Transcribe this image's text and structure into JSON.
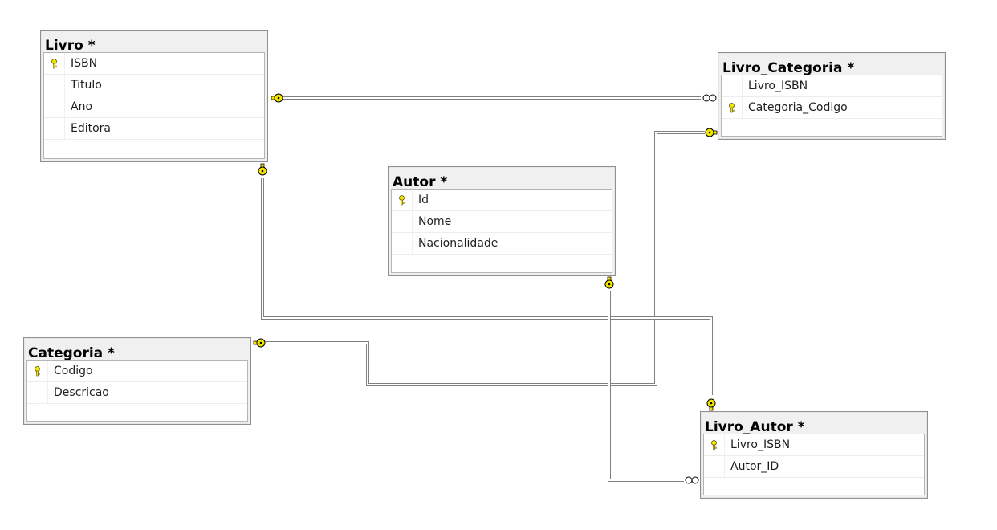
{
  "tables": {
    "livro": {
      "title": "Livro *",
      "columns": [
        "ISBN",
        "Titulo",
        "Ano",
        "Editora"
      ]
    },
    "livro_categoria": {
      "title": "Livro_Categoria *",
      "columns": [
        "Livro_ISBN",
        "Categoria_Codigo"
      ]
    },
    "autor": {
      "title": "Autor *",
      "columns": [
        "Id",
        "Nome",
        "Nacionalidade"
      ]
    },
    "categoria": {
      "title": "Categoria *",
      "columns": [
        "Codigo",
        "Descricao"
      ]
    },
    "livro_autor": {
      "title": "Livro_Autor *",
      "columns": [
        "Livro_ISBN",
        "Autor_ID"
      ]
    }
  },
  "relationships": [
    {
      "from": "Livro",
      "to": "Livro_Categoria",
      "type": "one-to-many"
    },
    {
      "from": "Categoria",
      "to": "Livro_Categoria",
      "type": "one-to-one"
    },
    {
      "from": "Livro",
      "to": "Livro_Autor",
      "type": "one-to-one"
    },
    {
      "from": "Autor",
      "to": "Livro_Autor",
      "type": "one-to-many"
    }
  ],
  "colors": {
    "key_icon": "#f2e600",
    "connector_line": "#808080",
    "table_header": "#f0f0f0",
    "table_border": "#909090"
  },
  "icons": {
    "primary_key": "key-icon",
    "one_end": "key-icon",
    "many_end": "infinity-icon"
  }
}
